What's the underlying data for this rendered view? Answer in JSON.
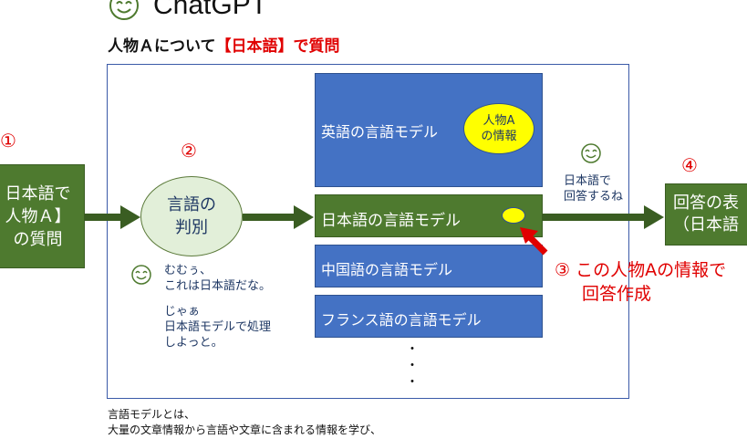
{
  "title": "ChatGPT",
  "subtitle": {
    "prefix": "人物Ａについて",
    "highlight": "【日本語】で質問"
  },
  "step_numbers": [
    "①",
    "②",
    "④"
  ],
  "input_box": {
    "lines": [
      "日本語で",
      "人物Ａ】",
      "の質問"
    ]
  },
  "judge": {
    "lines": [
      "言語の",
      "判別"
    ]
  },
  "monologue": {
    "lines": [
      "むむぅ、",
      "これは日本語だな。",
      "",
      "じゃぁ",
      "日本語モデルで処理",
      "しよっと。"
    ]
  },
  "models": {
    "english": {
      "label": "英語の言語モデル",
      "badge_lines": [
        "人物A",
        "の情報"
      ]
    },
    "japanese": {
      "label": "日本語の言語モデル"
    },
    "chinese": {
      "label": "中国語の言語モデル"
    },
    "french": {
      "label": "フランス語の言語モデル"
    },
    "ellipsis": [
      "・",
      "・",
      "・"
    ]
  },
  "reply": {
    "lines": [
      "日本語で",
      "回答するね"
    ]
  },
  "output_box": {
    "lines": [
      "回答の表",
      "（日本語"
    ]
  },
  "step3": {
    "lines": [
      "③ この人物Aの情報で",
      "回答作成"
    ]
  },
  "footnote": {
    "lines": [
      "言語モデルとは、",
      "大量の文章情報から言語や文章に含まれる情報を学び、"
    ]
  },
  "colors": {
    "green": "#4e7a2f",
    "blue": "#4472c4",
    "red": "#e00000",
    "yellow": "#ffff00"
  }
}
